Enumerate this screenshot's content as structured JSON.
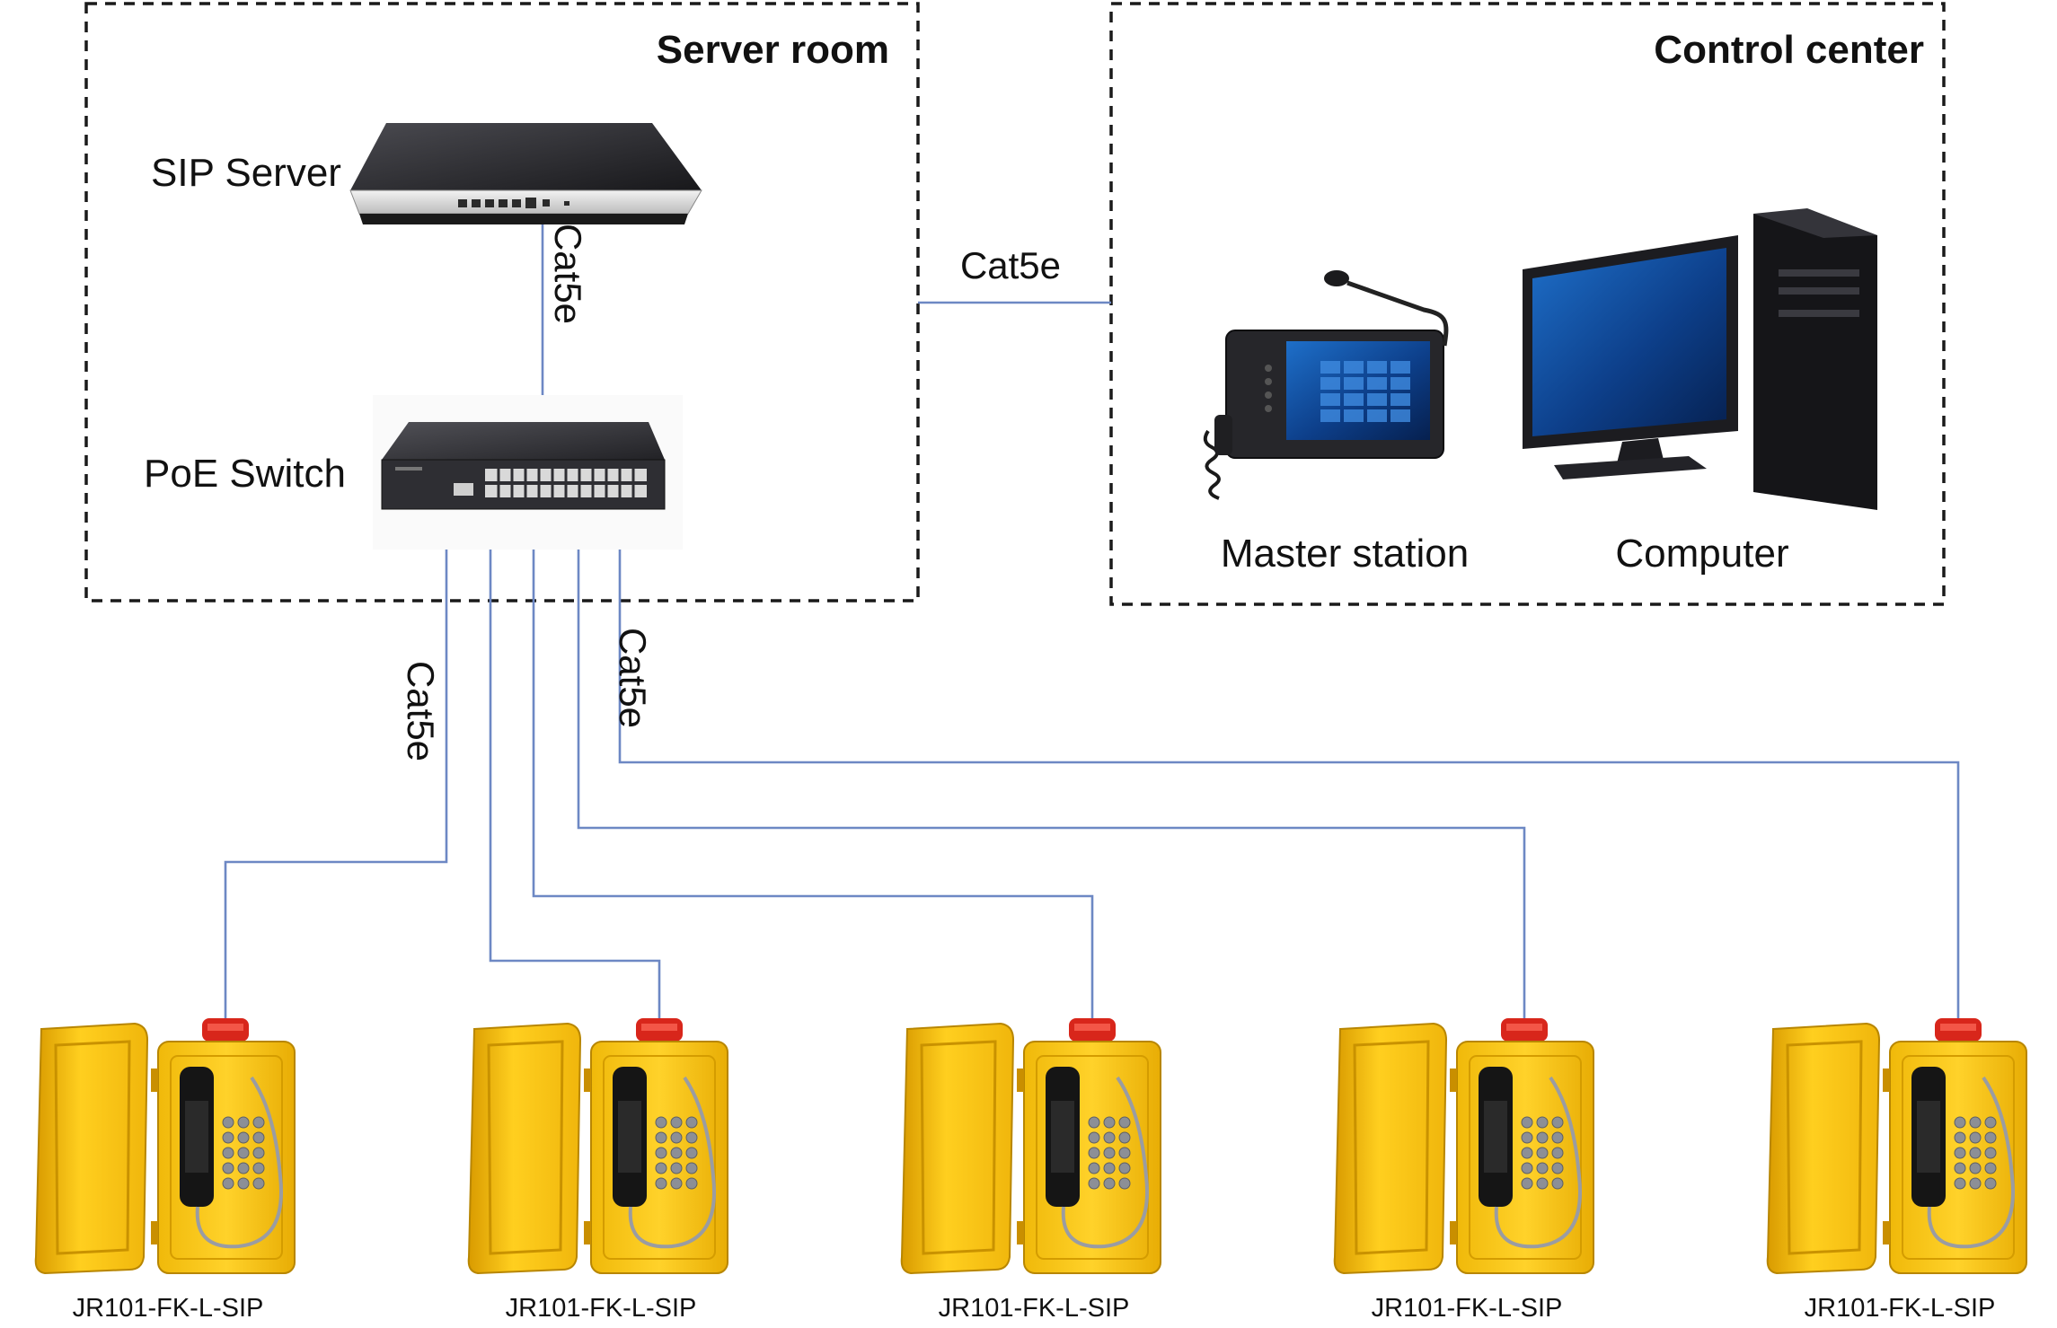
{
  "zones": {
    "server_room": "Server room",
    "control_center": "Control center"
  },
  "devices": {
    "sip_server": "SIP Server",
    "poe_switch": "PoE Switch",
    "master_station": "Master station",
    "computer": "Computer"
  },
  "cables": {
    "server_to_switch": "Cat5e",
    "server_room_to_control": "Cat5e",
    "switch_to_phones_left": "Cat5e",
    "switch_to_phones_right": "Cat5e"
  },
  "phones": [
    {
      "model": "JR101-FK-L-SIP"
    },
    {
      "model": "JR101-FK-L-SIP"
    },
    {
      "model": "JR101-FK-L-SIP"
    },
    {
      "model": "JR101-FK-L-SIP"
    },
    {
      "model": "JR101-FK-L-SIP"
    }
  ],
  "colors": {
    "cable": "#6d88c4",
    "phone_body": "#f5c518",
    "beacon": "#d8261b",
    "device_dark": "#2a2a2e"
  }
}
